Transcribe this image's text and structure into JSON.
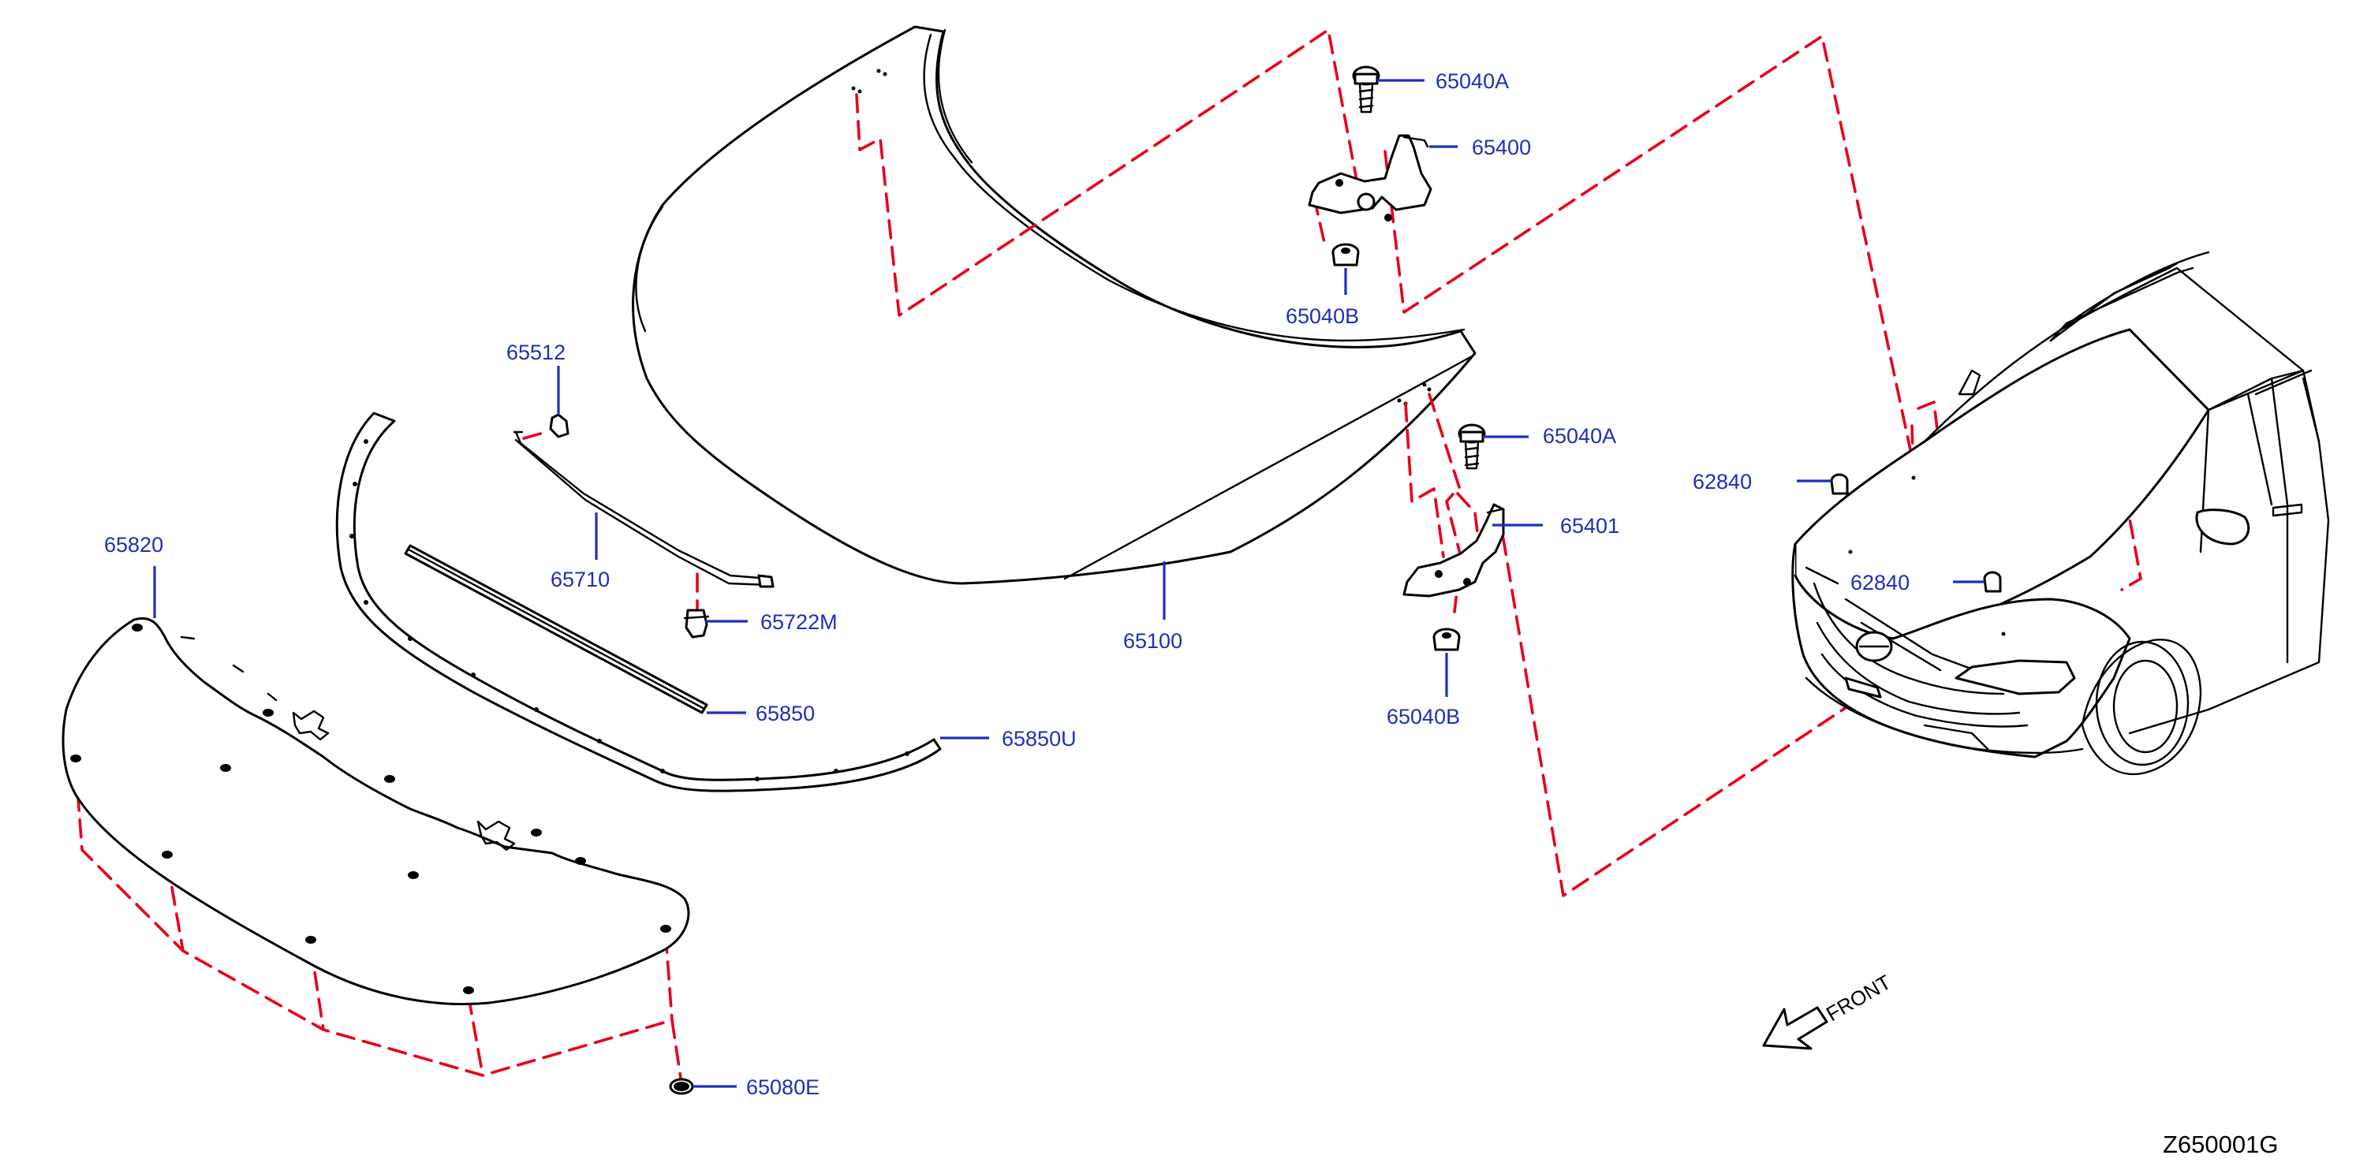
{
  "colors": {
    "callout_text": "#1f2fb8",
    "leader_line": "#1f2fb8",
    "alignment_dash": "#e8001c",
    "outline": "#000000",
    "background": "#ffffff"
  },
  "callouts": {
    "hood_panel": "65100",
    "hinge_bolt_upper": "65040A",
    "hinge_right": "65400",
    "hinge_nut_upper": "65040B",
    "hinge_bolt_lower": "65040A",
    "hinge_left": "65401",
    "hinge_nut_lower": "65040B",
    "bumper_stopper_right": "62840",
    "bumper_stopper_left": "62840",
    "stay_clip": "65512",
    "hood_stay_rod": "65710",
    "stay_grommet": "65722M",
    "front_seal_strip": "65850",
    "front_seal_upper": "65850U",
    "insulator": "65820",
    "insulator_clip": "65080E"
  },
  "labels": {
    "front_indicator": "FRONT",
    "drawing_number": "Z650001G"
  }
}
